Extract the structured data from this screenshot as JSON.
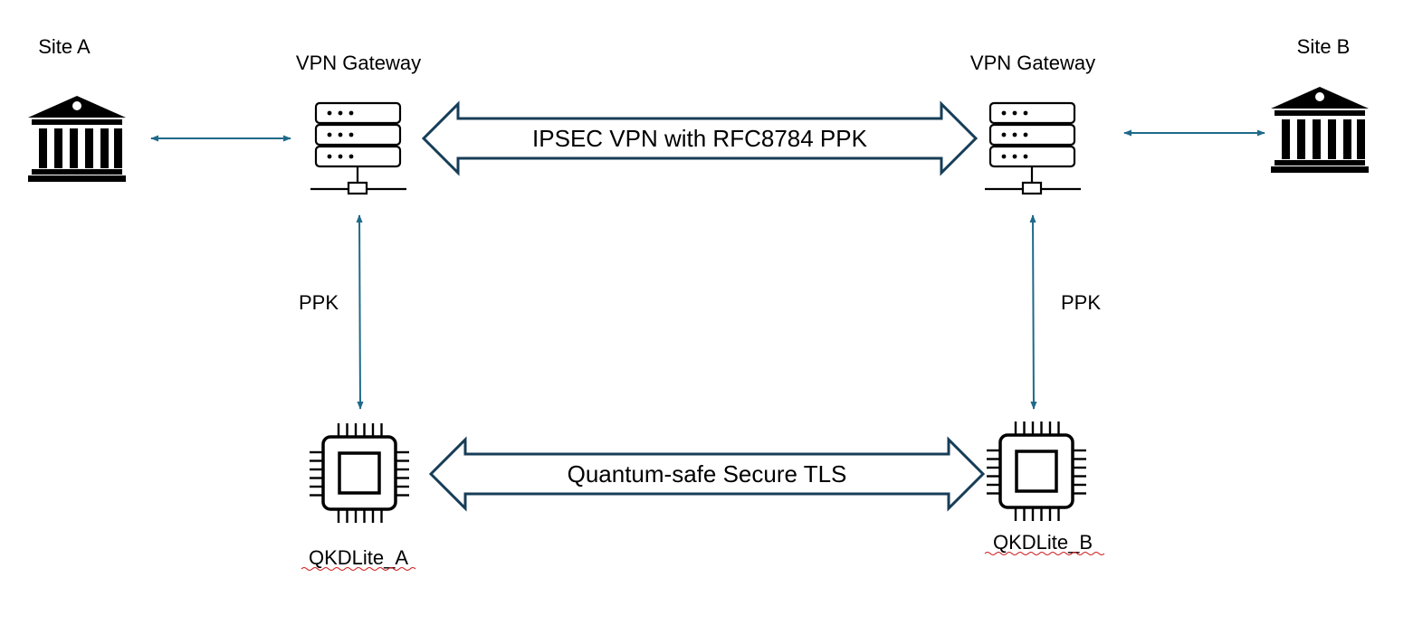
{
  "diagram": {
    "site_a": {
      "label": "Site A",
      "icon": "bank-building-icon"
    },
    "site_b": {
      "label": "Site B",
      "icon": "bank-building-icon"
    },
    "gateway_a": {
      "label": "VPN Gateway",
      "icon": "server-rack-icon"
    },
    "gateway_b": {
      "label": "VPN Gateway",
      "icon": "server-rack-icon"
    },
    "qkd_a": {
      "label": "QKDLite_A",
      "icon": "chip-icon"
    },
    "qkd_b": {
      "label": "QKDLite_B",
      "icon": "chip-icon"
    },
    "ipsec_link": {
      "label": "IPSEC VPN with RFC8784 PPK"
    },
    "tls_link": {
      "label": "Quantum-safe Secure TLS"
    },
    "ppk_left": {
      "label": "PPK"
    },
    "ppk_right": {
      "label": "PPK"
    },
    "colors": {
      "connector": "#1f6a8a",
      "block_arrow": "#173d57",
      "icon": "#000000"
    }
  }
}
